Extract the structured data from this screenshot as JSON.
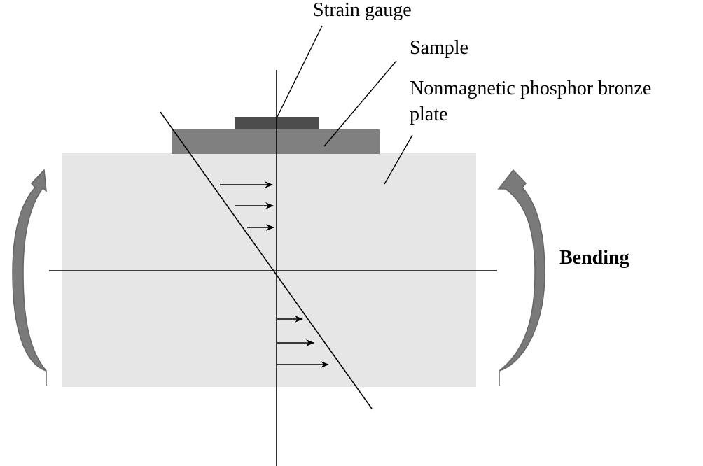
{
  "diagram": {
    "title": "Strain gauge bending test setup",
    "labels": {
      "strain_gauge": "Strain gauge",
      "sample": "Sample",
      "plate_line1": "Nonmagnetic phosphor bronze",
      "plate_line2": "plate",
      "bending": "Bending"
    },
    "colors": {
      "plate": "#e6e6e6",
      "sample": "#808080",
      "strain_gauge": "#4d4d4d",
      "bending_arrow": "#7a7a7a",
      "bending_arrow_edge": "#666666",
      "lines": "#000000"
    },
    "stress_arrows": {
      "top_compression_count": 3,
      "bottom_tension_count": 3
    },
    "bending_arrows": [
      {
        "side": "left",
        "direction": "up"
      },
      {
        "side": "right",
        "direction": "up"
      }
    ]
  }
}
